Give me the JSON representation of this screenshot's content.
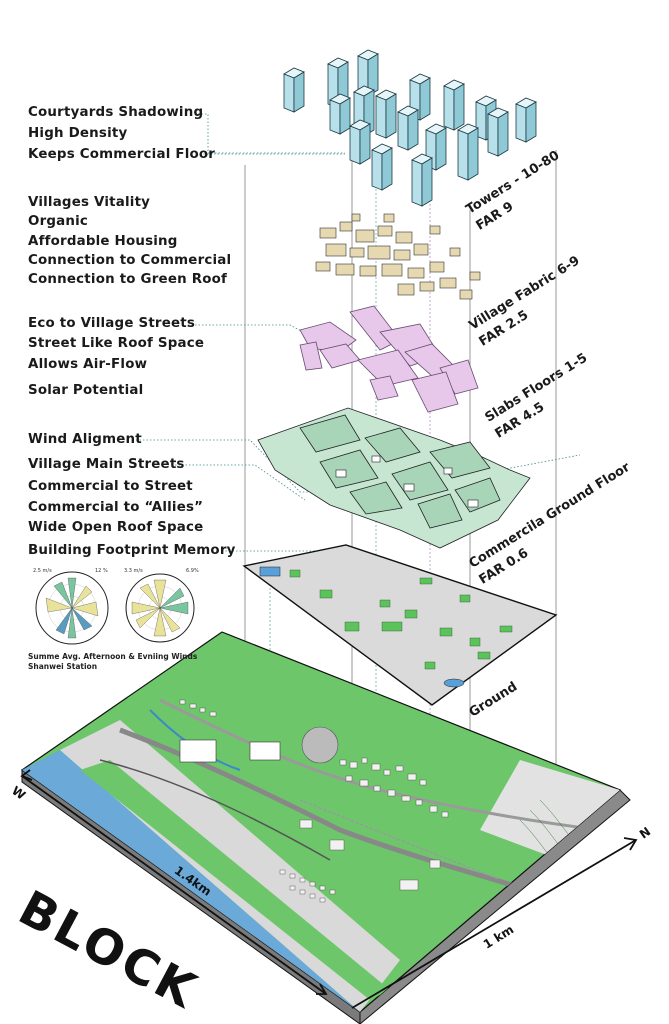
{
  "labels": {
    "group1": [
      "Courtyards Shadowing",
      "High Density",
      "Keeps Commercial Floor"
    ],
    "group2": [
      "Villages Vitality",
      "Organic",
      "Affordable Housing",
      "Connection to Commercial",
      "Connection to Green Roof"
    ],
    "group3": [
      "Eco to Village Streets",
      "Street Like Roof Space",
      "Allows Air-Flow",
      "Solar Potential"
    ],
    "group4": [
      "Wind Aligment",
      "Village Main Streets",
      "Commercial to Street",
      "Commercial to “Allies”",
      "Wide Open Roof Space",
      "Building Footprint Memory"
    ]
  },
  "layers": {
    "towers": {
      "name": "Towers - 10-80",
      "far": "FAR 9"
    },
    "village": {
      "name": "Village Fabric 6-9",
      "far": "FAR 2.5"
    },
    "slabs": {
      "name": "Slabs Floors 1-5",
      "far": "FAR 4.5"
    },
    "commercial": {
      "name": "Commercila Ground Floor",
      "far": "FAR 0.6"
    },
    "ground": {
      "name": "Ground"
    }
  },
  "wind": {
    "caption_line1": "Summe Avg. Afternoon & Evniing Winds",
    "caption_line2": "Shanwei Station",
    "rose1": {
      "speed": "2.5 m/s",
      "freq": "12 %"
    },
    "rose2": {
      "speed": "3.3 m/s",
      "freq": "6.9%"
    }
  },
  "site": {
    "title": "BLOCK",
    "dim_west": "1.4km",
    "dim_north": "1 km",
    "compass_w": "W",
    "compass_n": "N"
  },
  "colors": {
    "tower": "#b7e0ea",
    "village": "#e6d8b0",
    "slab": "#e7c8ea",
    "commercial": "#c6e6d2",
    "ground": "#dadada",
    "grass": "#6ec66a",
    "river": "#6aa9d8"
  }
}
